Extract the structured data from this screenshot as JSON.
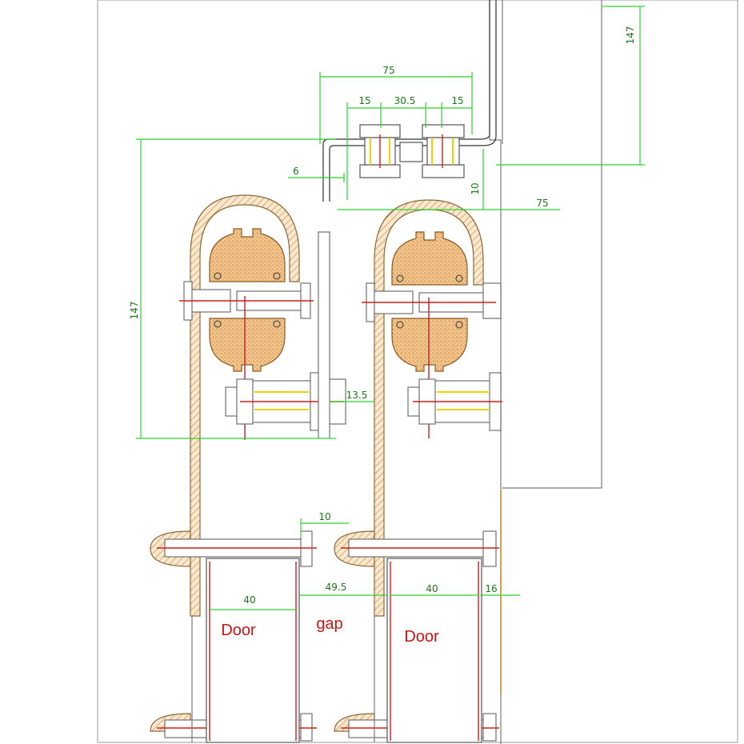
{
  "dimensions": {
    "top_height": "147",
    "bracket_width": "75",
    "bolt_spacing_left": "15",
    "bolt_spacing_mid": "30.5",
    "bolt_spacing_right": "15",
    "bracket_offset": "6",
    "bracket_thickness": "10",
    "second_offset": "75",
    "hanger_height": "147",
    "wheel_clearance": "13.5",
    "door_spacing": "10",
    "door_thickness_left": "40",
    "gap_width": "49.5",
    "door_thickness_right": "40",
    "wall_clearance": "16"
  },
  "labels": {
    "door_left": "Door",
    "gap": "gap",
    "door_right": "Door"
  },
  "colors": {
    "dimension": "#2ed12e",
    "label": "#c81414",
    "hatch": "#c8904a"
  }
}
